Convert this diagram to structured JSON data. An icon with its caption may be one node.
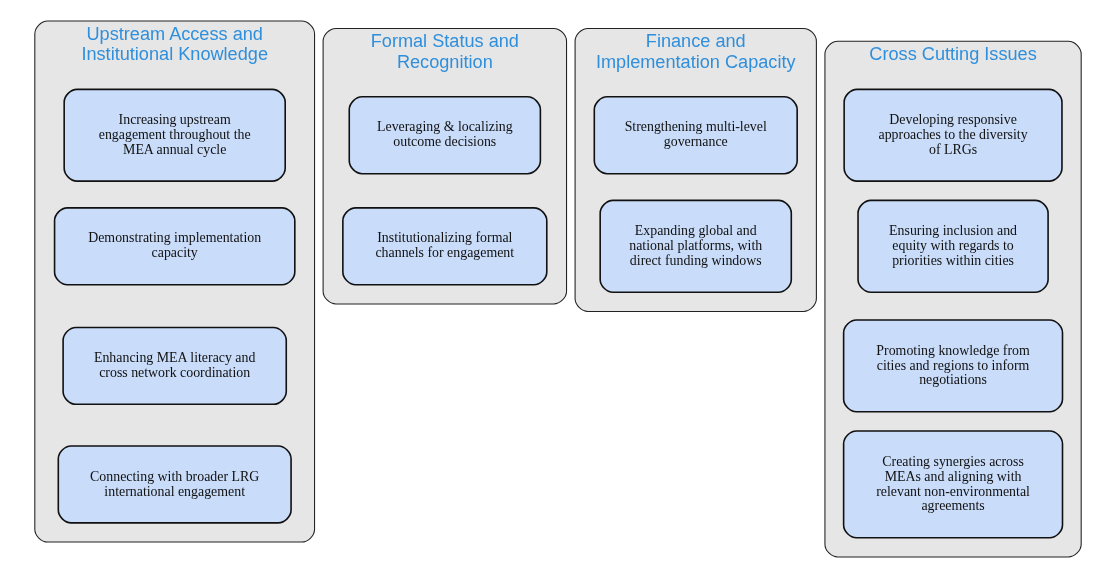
{
  "diagram": {
    "nodes": [
      {
        "text": [
          "Upstream Access and Institutional Knowledge"
        ]
      },
      {
        "text": [
          "Increasing upstream engagement throughout the MEA annual cycle"
        ],
        "in": 0
      },
      {
        "text": [
          "Demonstrating implementation capacity"
        ],
        "in": 0
      },
      {
        "text": [
          "Enhancing MEA literacy and cross network coordination"
        ],
        "in": 0
      },
      {
        "text": [
          "Connecting with broader LRG international engagement"
        ],
        "in": 0
      },
      {
        "text": [
          "Formal Status and Recognition"
        ]
      },
      {
        "text": [
          "Leveraging & localizing outcome decisions"
        ],
        "in": 5
      },
      {
        "text": [
          "Institutionalizing formal channels for engagement"
        ],
        "in": 5
      },
      {
        "text": [
          "Finance and Implementation Capacity"
        ]
      },
      {
        "text": [
          "Strengthening multi-level governance"
        ],
        "in": 8
      },
      {
        "text": [
          "Expanding global and national platforms, with direct funding windows"
        ],
        "in": 8
      },
      {
        "text": [
          "Cross Cutting Issues"
        ]
      },
      {
        "text": [
          "Developing responsive approaches to the diversity of LRGs"
        ],
        "in": 11
      },
      {
        "text": [
          "Ensuring inclusion and equity with regards to priorities within cities"
        ],
        "in": 11
      },
      {
        "text": [
          "Promoting knowledge from cities and regions to inform negotiations"
        ],
        "in": 11
      },
      {
        "text": [
          "Creating synergies across MEAs and aligning with relevant non-environmental agreements"
        ],
        "in": 11
      }
    ]
  }
}
